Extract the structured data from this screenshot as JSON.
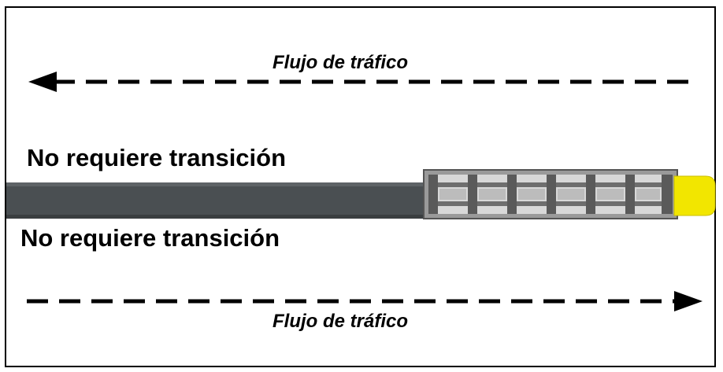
{
  "diagram": {
    "traffic_flow_top": "Flujo de tráfico",
    "traffic_flow_bottom": "Flujo de tráfico",
    "no_transition_top": "No requiere transición",
    "no_transition_bottom": "No requiere transición",
    "colors": {
      "barrier": "#4a4f52",
      "frame": "#7a7a7a",
      "nose": "#f2e600",
      "arrow": "#000000"
    }
  }
}
